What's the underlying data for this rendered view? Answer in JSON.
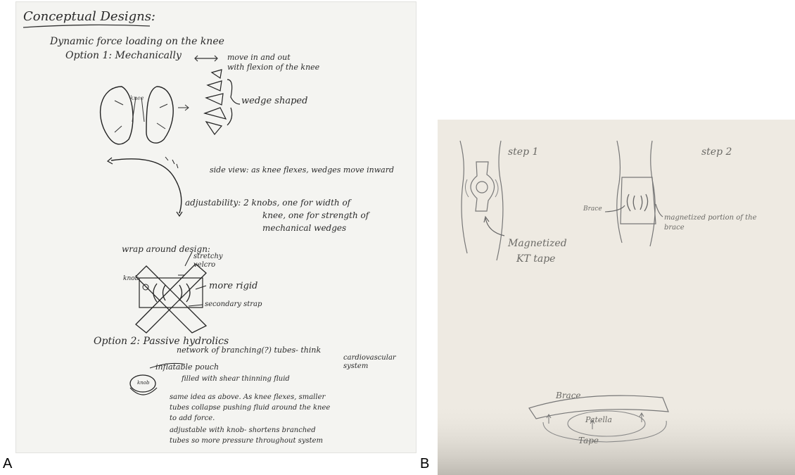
{
  "panel_a": {
    "label": "A",
    "title": "Conceptual Designs:",
    "subtitle": "Dynamic force loading on the knee",
    "option1": "Option 1: Mechanically",
    "knee_label": "knee",
    "move_note_1": "move in and out",
    "move_note_2": "with flexion of the knee",
    "wedge_note": "wedge shaped",
    "side_view": "side view: as knee flexes, wedges move inward",
    "adjust_1": "adjustability: 2 knobs, one for width of",
    "adjust_2": "knee, one for strength of",
    "adjust_3": "mechanical wedges",
    "wrap_title": "wrap around design:",
    "stretchy_1": "stretchy",
    "stretchy_2": "velcro",
    "knob": "knob",
    "more_rigid": "more rigid",
    "secondary": "secondary strap",
    "option2": "Option 2: Passive hydrolics",
    "network": "network of branching(?) tubes- think",
    "cardio_1": "cardiovascular",
    "cardio_2": "system",
    "pouch": "inflatable pouch",
    "knob2": "knob",
    "filled": "filled with shear thinning fluid",
    "same_1": "same idea as above. As knee flexes, smaller",
    "same_2": "tubes collapse pushing fluid around the knee",
    "same_3": "to add force.",
    "adj2_1": "adjustable with knob- shortens branched",
    "adj2_2": "tubes so more pressure throughout system"
  },
  "panel_b": {
    "label": "B",
    "step1": "step 1",
    "step2": "step 2",
    "kt_1": "Magnetized",
    "kt_2": "KT tape",
    "brace": "Brace",
    "mag_portion_1": "magnetized portion of the",
    "mag_portion_2": "brace",
    "brace2": "Brace",
    "patella": "Patella",
    "tape": "Tape"
  }
}
